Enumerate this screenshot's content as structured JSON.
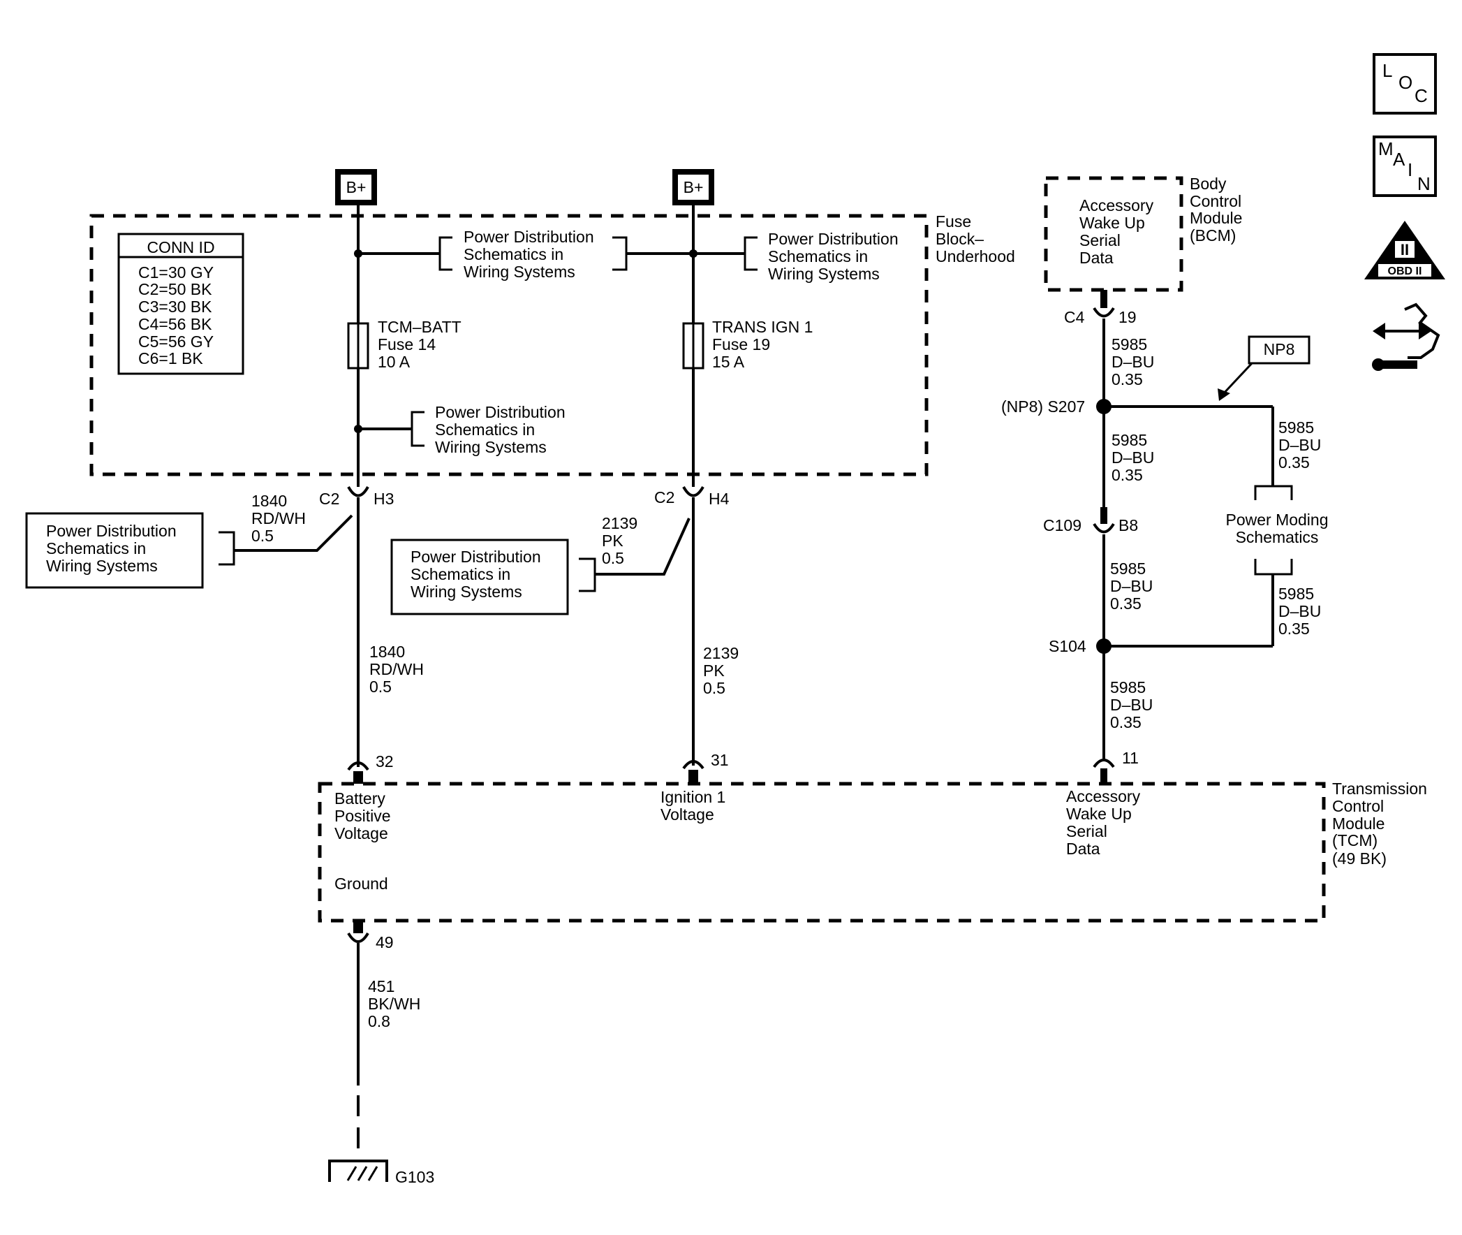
{
  "battery_terminals": [
    "B+",
    "B+"
  ],
  "fuse_block": {
    "title": [
      "Fuse",
      "Block–",
      "Underhood"
    ],
    "conn_id": {
      "header": "CONN ID",
      "lines": [
        "C1=30 GY",
        "C2=50 BK",
        "C3=30 BK",
        "C4=56 BK",
        "C5=56 GY",
        "C6=1 BK"
      ]
    },
    "fuses": [
      {
        "lines": [
          "TCM–BATT",
          "Fuse 14",
          "10 A"
        ]
      },
      {
        "lines": [
          "TRANS IGN 1",
          "Fuse 19",
          "15 A"
        ]
      }
    ]
  },
  "ref_power_dist": [
    "Power Distribution",
    "Schematics in",
    "Wiring Systems"
  ],
  "ref_power_moding": [
    "Power Moding",
    "Schematics"
  ],
  "bcm": {
    "label": [
      "Body",
      "Control",
      "Module",
      "(BCM)"
    ],
    "inner": [
      "Accessory",
      "Wake Up",
      "Serial",
      "Data"
    ]
  },
  "tcm": {
    "label": [
      "Transmission",
      "Control",
      "Module",
      "(TCM)",
      "(49 BK)"
    ],
    "pin_labels": {
      "battery": [
        "Battery",
        "Positive",
        "Voltage"
      ],
      "ground": "Ground",
      "ignition": [
        "Ignition 1",
        "Voltage"
      ],
      "wake": [
        "Accessory",
        "Wake Up",
        "Serial",
        "Data"
      ]
    }
  },
  "connectors": {
    "c2_a": "C2",
    "h3": "H3",
    "c2_b": "C2",
    "h4": "H4",
    "c4": "C4",
    "p19": "19",
    "c109": "C109",
    "b8": "B8",
    "p32": "32",
    "p31": "31",
    "p11": "11",
    "p49": "49"
  },
  "splices": {
    "s207": "(NP8) S207",
    "s104": "S104"
  },
  "np8": "NP8",
  "ground": "G103",
  "wires": {
    "w1840": [
      "1840",
      "RD/WH",
      "0.5"
    ],
    "w2139": [
      "2139",
      "PK",
      "0.5"
    ],
    "w5985": [
      "5985",
      "D–BU",
      "0.35"
    ],
    "w451": [
      "451",
      "BK/WH",
      "0.8"
    ]
  },
  "icons": {
    "loc": [
      "L",
      "O",
      "C"
    ],
    "main": [
      "M",
      "A",
      "I",
      "N"
    ],
    "obd": {
      "numeral": "II",
      "label": "OBD II"
    }
  }
}
